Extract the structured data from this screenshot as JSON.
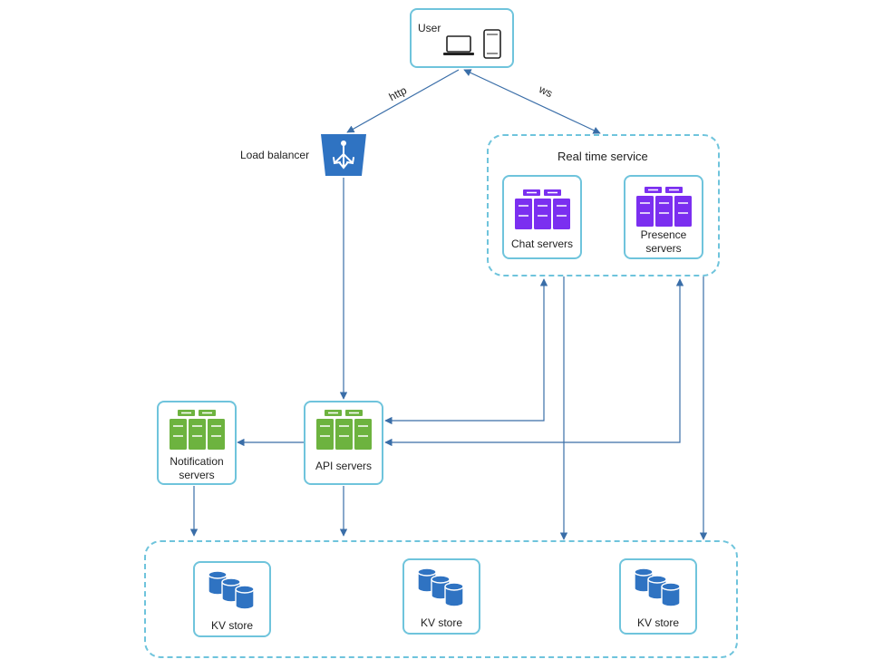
{
  "user": {
    "label": "User"
  },
  "edges": {
    "http_label": "http",
    "ws_label": "ws"
  },
  "load_balancer": {
    "label": "Load balancer"
  },
  "real_time_service": {
    "title": "Real time service",
    "chat_label": "Chat servers",
    "presence_label_line1": "Presence",
    "presence_label_line2": "servers"
  },
  "notification": {
    "label_line1": "Notification",
    "label_line2": "servers"
  },
  "api": {
    "label": "API servers"
  },
  "kv_stores": [
    {
      "label": "KV store"
    },
    {
      "label": "KV store"
    },
    {
      "label": "KV store"
    }
  ],
  "colors": {
    "border": "#6fc4dc",
    "arrow": "#3a6ea8",
    "purple": "#7b2ff0",
    "green": "#6db33f",
    "blue": "#2f73c2",
    "lb": "#2f73c2"
  }
}
